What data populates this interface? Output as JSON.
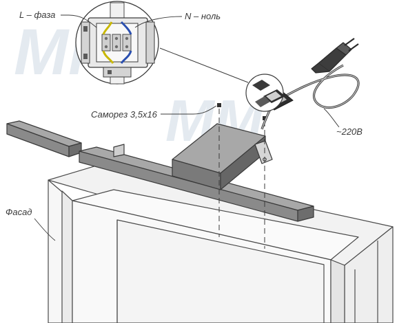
{
  "labels": {
    "phase": "L – фаза",
    "neutral": "N – ноль",
    "screw": "Саморез 3,5х16",
    "voltage": "~220В",
    "facade": "Фасад"
  },
  "watermark": "MM",
  "colors": {
    "line": "#4a4a4a",
    "cabinet_fill": "#f7f7f7",
    "cabinet_panel": "#ededed",
    "lamp_body": "#8a8a8a",
    "lamp_top": "#a8a8a8",
    "lamp_dark": "#6d6d6d",
    "driver_front": "#7a7a7a",
    "wire_blue": "#2a4fb0",
    "wire_yellow": "#c9b800",
    "cable_gray": "#9a9a9a",
    "watermark": "#dbe3ec"
  }
}
